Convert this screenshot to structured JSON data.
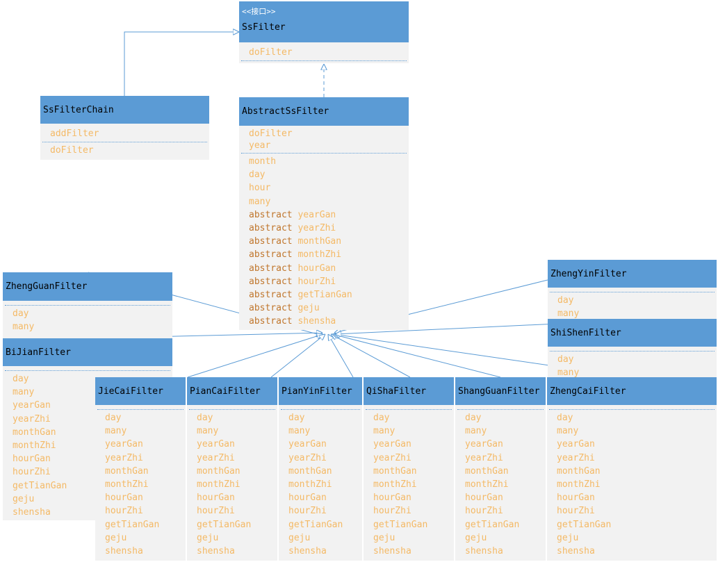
{
  "classes": {
    "ssfilter": {
      "stereotype": "<<接口>>",
      "name": "SsFilter",
      "members": [
        "doFilter"
      ]
    },
    "chain": {
      "name": "SsFilterChain",
      "members1": [
        "addFilter"
      ],
      "members2": [
        "doFilter"
      ]
    },
    "abstract": {
      "name": "AbstractSsFilter",
      "members1": [
        "doFilter",
        "year"
      ],
      "members2": [
        "month",
        "day",
        "hour",
        "many"
      ],
      "abstract_keyword": "abstract",
      "abstract_members": [
        "yearGan",
        "yearZhi",
        "monthGan",
        "monthZhi",
        "hourGan",
        "hourZhi",
        "getTianGan",
        "geju",
        "shensha"
      ]
    },
    "zhengguan": {
      "name": "ZhengGuanFilter",
      "members": [
        "day",
        "many"
      ]
    },
    "bijian": {
      "name": "BiJianFilter",
      "members": [
        "day",
        "many",
        "yearGan",
        "yearZhi",
        "monthGan",
        "monthZhi",
        "hourGan",
        "hourZhi",
        "getTianGan",
        "geju",
        "shensha"
      ]
    },
    "zhengyin": {
      "name": "ZhengYinFilter",
      "members": [
        "day",
        "many"
      ]
    },
    "shishen": {
      "name": "ShiShenFilter",
      "members": [
        "day",
        "many"
      ]
    },
    "jiecai": {
      "name": "JieCaiFilter",
      "members": [
        "day",
        "many",
        "yearGan",
        "yearZhi",
        "monthGan",
        "monthZhi",
        "hourGan",
        "hourZhi",
        "getTianGan",
        "geju",
        "shensha"
      ]
    },
    "piancai": {
      "name": "PianCaiFilter",
      "members": [
        "day",
        "many",
        "yearGan",
        "yearZhi",
        "monthGan",
        "monthZhi",
        "hourGan",
        "hourZhi",
        "getTianGan",
        "geju",
        "shensha"
      ]
    },
    "pianyin": {
      "name": "PianYinFilter",
      "members": [
        "day",
        "many",
        "yearGan",
        "yearZhi",
        "monthGan",
        "monthZhi",
        "hourGan",
        "hourZhi",
        "getTianGan",
        "geju",
        "shensha"
      ]
    },
    "qisha": {
      "name": "QiShaFilter",
      "members": [
        "day",
        "many",
        "yearGan",
        "yearZhi",
        "monthGan",
        "monthZhi",
        "hourGan",
        "hourZhi",
        "getTianGan",
        "geju",
        "shensha"
      ]
    },
    "shangguan": {
      "name": "ShangGuanFilter",
      "members": [
        "day",
        "many",
        "yearGan",
        "yearZhi",
        "monthGan",
        "monthZhi",
        "hourGan",
        "hourZhi",
        "getTianGan",
        "geju",
        "shensha"
      ]
    },
    "zhengcai": {
      "name": "ZhengCaiFilter",
      "members": [
        "day",
        "many",
        "yearGan",
        "yearZhi",
        "monthGan",
        "monthZhi",
        "hourGan",
        "hourZhi",
        "getTianGan",
        "geju",
        "shensha"
      ]
    }
  },
  "colors": {
    "header": "#5b9bd5",
    "body": "#f2f2f2",
    "member_text": "#f4b965",
    "keyword_text": "#c0762c",
    "line": "#5b9bd5"
  }
}
